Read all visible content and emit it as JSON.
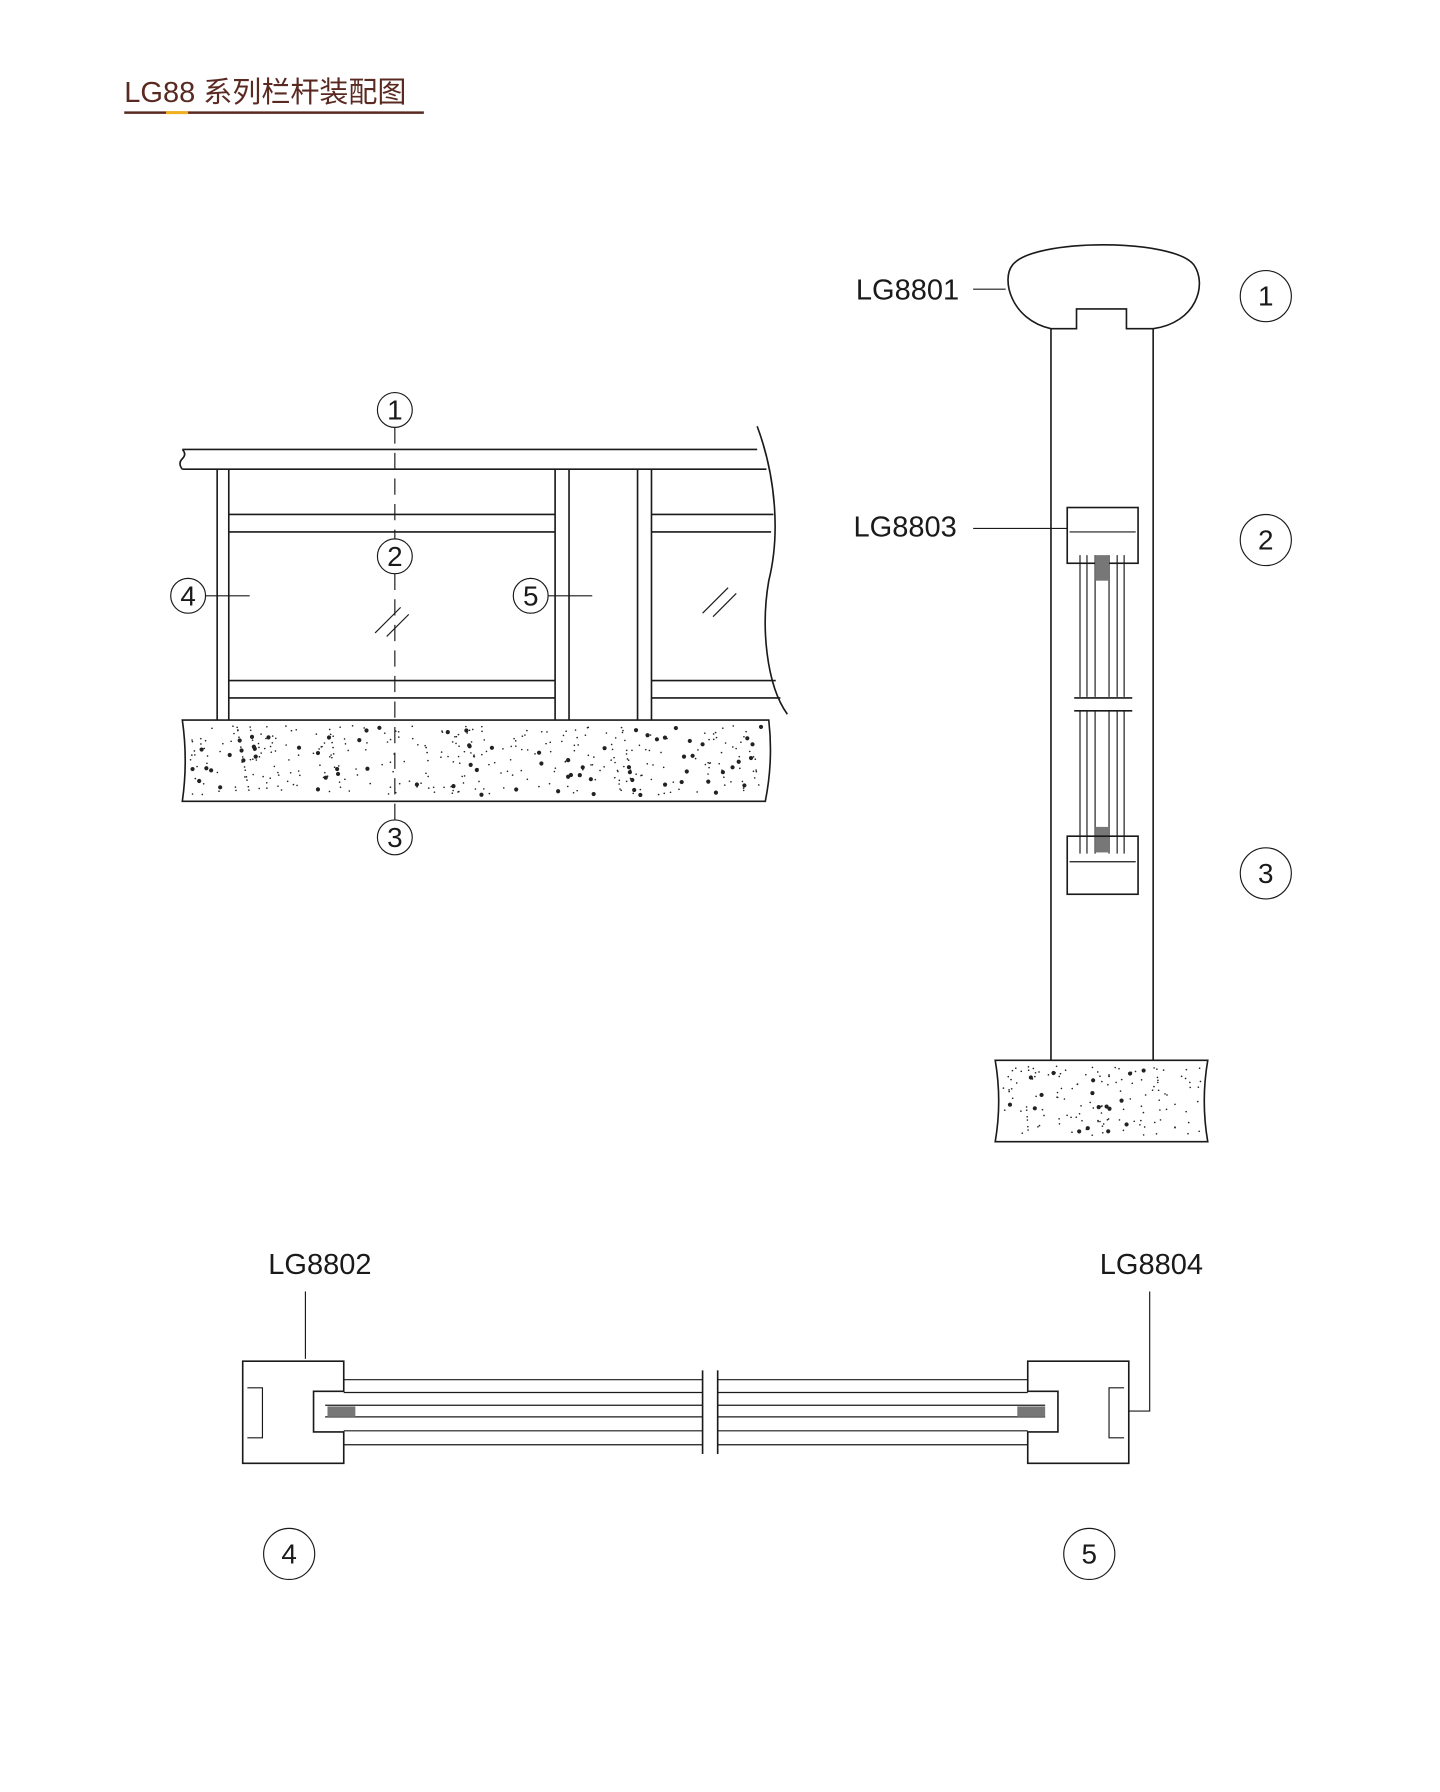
{
  "title": "LG88 系列栏杆装配图",
  "colors": {
    "title": "#5a2a22",
    "accent": "#f0b020",
    "line": "#1a1a1a"
  },
  "elevation": {
    "callouts": [
      "1",
      "2",
      "3",
      "4",
      "5"
    ]
  },
  "section": {
    "labels": {
      "cap": "LG8801",
      "channel": "LG8803"
    },
    "callouts": [
      "1",
      "2",
      "3"
    ]
  },
  "plan": {
    "labels": {
      "left": "LG8802",
      "right": "LG8804"
    },
    "callouts": [
      "4",
      "5"
    ]
  }
}
